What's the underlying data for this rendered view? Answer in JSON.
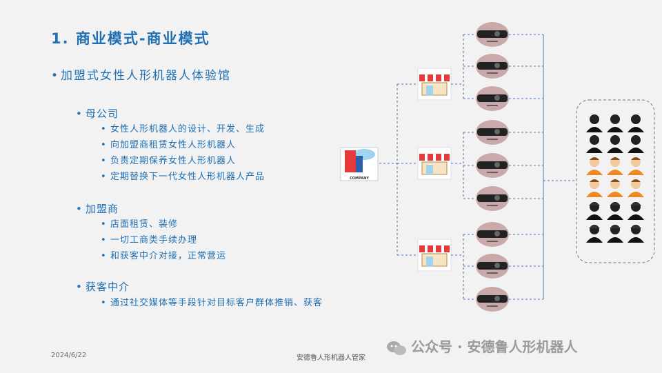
{
  "title": "1. 商业模式-商业模式",
  "bullet1": "加盟式女性人形机器人体验馆",
  "sections": [
    {
      "label": "母公司",
      "items": [
        "女性人形机器人的设计、开发、生成",
        "向加盟商租赁女性人形机器人",
        "负责定期保养女性人形机器人",
        "定期替换下一代女性人形机器人产品"
      ]
    },
    {
      "label": "加盟商",
      "items": [
        "店面租赁、装修",
        "一切工商类手续办理",
        "和获客中介对接，正常营运"
      ]
    },
    {
      "label": "获客中介",
      "items": [
        "通过社交媒体等手段针对目标客户群体推销、获客"
      ]
    }
  ],
  "footer": {
    "date": "2024/6/22",
    "center": "安德鲁人形机器人管家",
    "watermark": "公众号 · 安德鲁人形机器人"
  },
  "diagram": {
    "company_label": "COMPANY",
    "stores": 3,
    "robots_per_store": 3,
    "icon_names": [
      "company-icon",
      "store-icon",
      "robot-head-icon",
      "customer-icon"
    ],
    "colors": {
      "line": "#4a72c4",
      "accent": "#1f6fb2",
      "store_red": "#e63b3b"
    }
  }
}
